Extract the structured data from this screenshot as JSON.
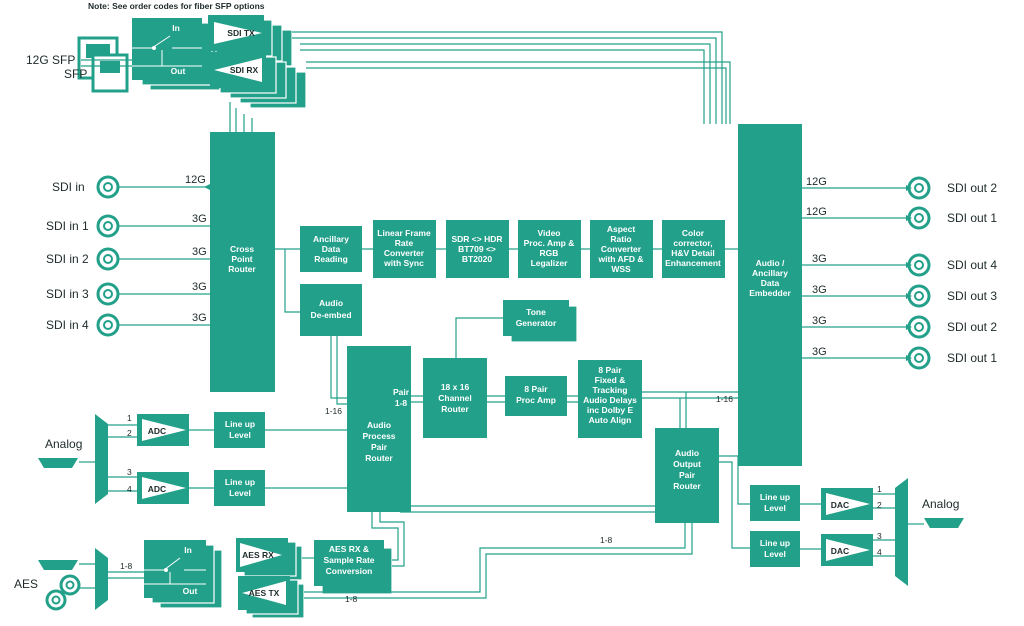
{
  "note": "Note:  See order codes for fiber SFP options",
  "sfp": {
    "label_12g": "12G SFP",
    "label_sfp": "SFP",
    "in": "In",
    "out": "Out",
    "sdi_tx": "SDI TX",
    "sdi_rx": "SDI RX"
  },
  "inputs": [
    {
      "name": "SDI in",
      "rate": "12G"
    },
    {
      "name": "SDI in 1",
      "rate": "3G"
    },
    {
      "name": "SDI in 2",
      "rate": "3G"
    },
    {
      "name": "SDI in 3",
      "rate": "3G"
    },
    {
      "name": "SDI in 4",
      "rate": "3G"
    }
  ],
  "outputs": [
    {
      "name": "SDI out 2",
      "rate": "12G"
    },
    {
      "name": "SDI out 1",
      "rate": "12G"
    },
    {
      "name": "SDI out 4",
      "rate": "3G"
    },
    {
      "name": "SDI out 3",
      "rate": "3G"
    },
    {
      "name": "SDI out 2",
      "rate": "3G"
    },
    {
      "name": "SDI out 1",
      "rate": "3G"
    }
  ],
  "blocks": {
    "cross_point": [
      "Cross",
      "Point",
      "Router"
    ],
    "anc_reading": [
      "Ancillary",
      "Data",
      "Reading"
    ],
    "frame_conv": [
      "Linear Frame",
      "Rate",
      "Converter",
      "with Sync"
    ],
    "sdr_hdr": [
      "SDR <> HDR",
      "BT709 <>",
      "BT2020"
    ],
    "proc_amp": [
      "Video",
      "Proc. Amp &",
      "RGB",
      "Legalizer"
    ],
    "aspect": [
      "Aspect",
      "Ratio",
      "Converter",
      "with AFD &",
      "WSS"
    ],
    "color": [
      "Color",
      "corrector,",
      "H&V Detail",
      "Enhancement"
    ],
    "embedder": [
      "Audio /",
      "Ancillary",
      "Data",
      "Embedder"
    ],
    "deembed": [
      "Audio",
      "De-embed"
    ],
    "tone": [
      "Tone",
      "Generator"
    ],
    "audio_router": [
      "Audio",
      "Process",
      "Pair",
      "Router"
    ],
    "pair_label": [
      "Pair",
      "1-8"
    ],
    "channel_router": [
      "18 x 16",
      "Channel",
      "Router"
    ],
    "pair_proc": [
      "8 Pair",
      "Proc Amp"
    ],
    "delays": [
      "8 Pair",
      "Fixed &",
      "Tracking",
      "Audio Delays",
      "inc Dolby E",
      "Auto Align"
    ],
    "output_router": [
      "Audio",
      "Output",
      "Pair",
      "Router"
    ],
    "lineup": [
      "Line up",
      "Level"
    ],
    "aes_rx_src": [
      "AES RX &",
      "Sample Rate",
      "Conversion"
    ],
    "adc": "ADC",
    "dac": "DAC",
    "aes_rx": "AES RX",
    "aes_tx": "AES TX"
  },
  "labels": {
    "analog": "Analog",
    "aes": "AES",
    "ch1": "1",
    "ch2": "2",
    "ch3": "3",
    "ch4": "4",
    "r116": "1-16",
    "r18": "1-8"
  }
}
